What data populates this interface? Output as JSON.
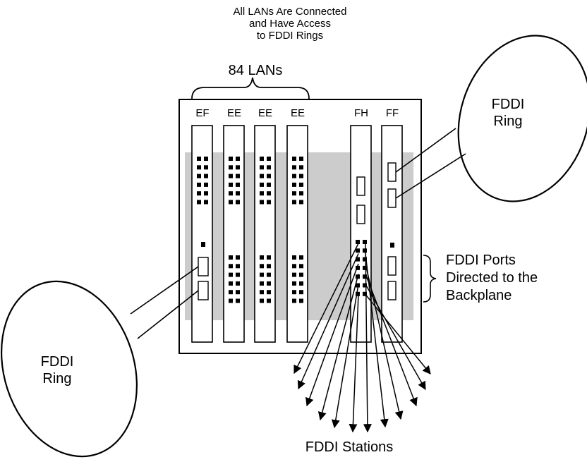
{
  "caption": {
    "line1": "All LANs Are Connected",
    "line2": "and Have Access",
    "line3": "to FDDI Rings"
  },
  "lans_label": "84 LANs",
  "slots": [
    {
      "id": "ef",
      "label": "EF"
    },
    {
      "id": "ee1",
      "label": "EE"
    },
    {
      "id": "ee2",
      "label": "EE"
    },
    {
      "id": "ee3",
      "label": "EE"
    },
    {
      "id": "fh",
      "label": "FH"
    },
    {
      "id": "ff",
      "label": "FF"
    }
  ],
  "ring_right": {
    "line1": "FDDI",
    "line2": "Ring"
  },
  "ring_left": {
    "line1": "FDDI",
    "line2": "Ring"
  },
  "ports_label": {
    "line1": "FDDI Ports",
    "line2": "Directed to the",
    "line3": "Backplane"
  },
  "stations_label": "FDDI Stations",
  "colors": {
    "ink": "#000000",
    "backplane": "#cccccc",
    "background": "#ffffff"
  }
}
